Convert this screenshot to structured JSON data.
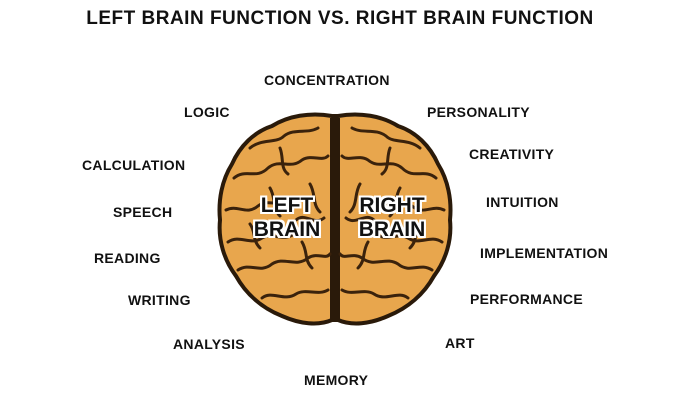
{
  "title": "LEFT BRAIN FUNCTION VS. RIGHT BRAIN FUNCTION",
  "brain": {
    "left_label_1": "LEFT",
    "left_label_2": "BRAIN",
    "right_label_1": "RIGHT",
    "right_label_2": "BRAIN",
    "fill_color": "#e8a64d",
    "outline_color": "#2a1a0a"
  },
  "left_functions": {
    "logic": "LOGIC",
    "calculation": "CALCULATION",
    "speech": "SPEECH",
    "reading": "READING",
    "writing": "WRITING",
    "analysis": "ANALYSIS"
  },
  "right_functions": {
    "personality": "PERSONALITY",
    "creativity": "CREATIVITY",
    "intuition": "INTUITION",
    "implementation": "IMPLEMENTATION",
    "performance": "PERFORMANCE",
    "art": "ART"
  },
  "top_function": "CONCENTRATION",
  "bottom_function": "MEMORY"
}
